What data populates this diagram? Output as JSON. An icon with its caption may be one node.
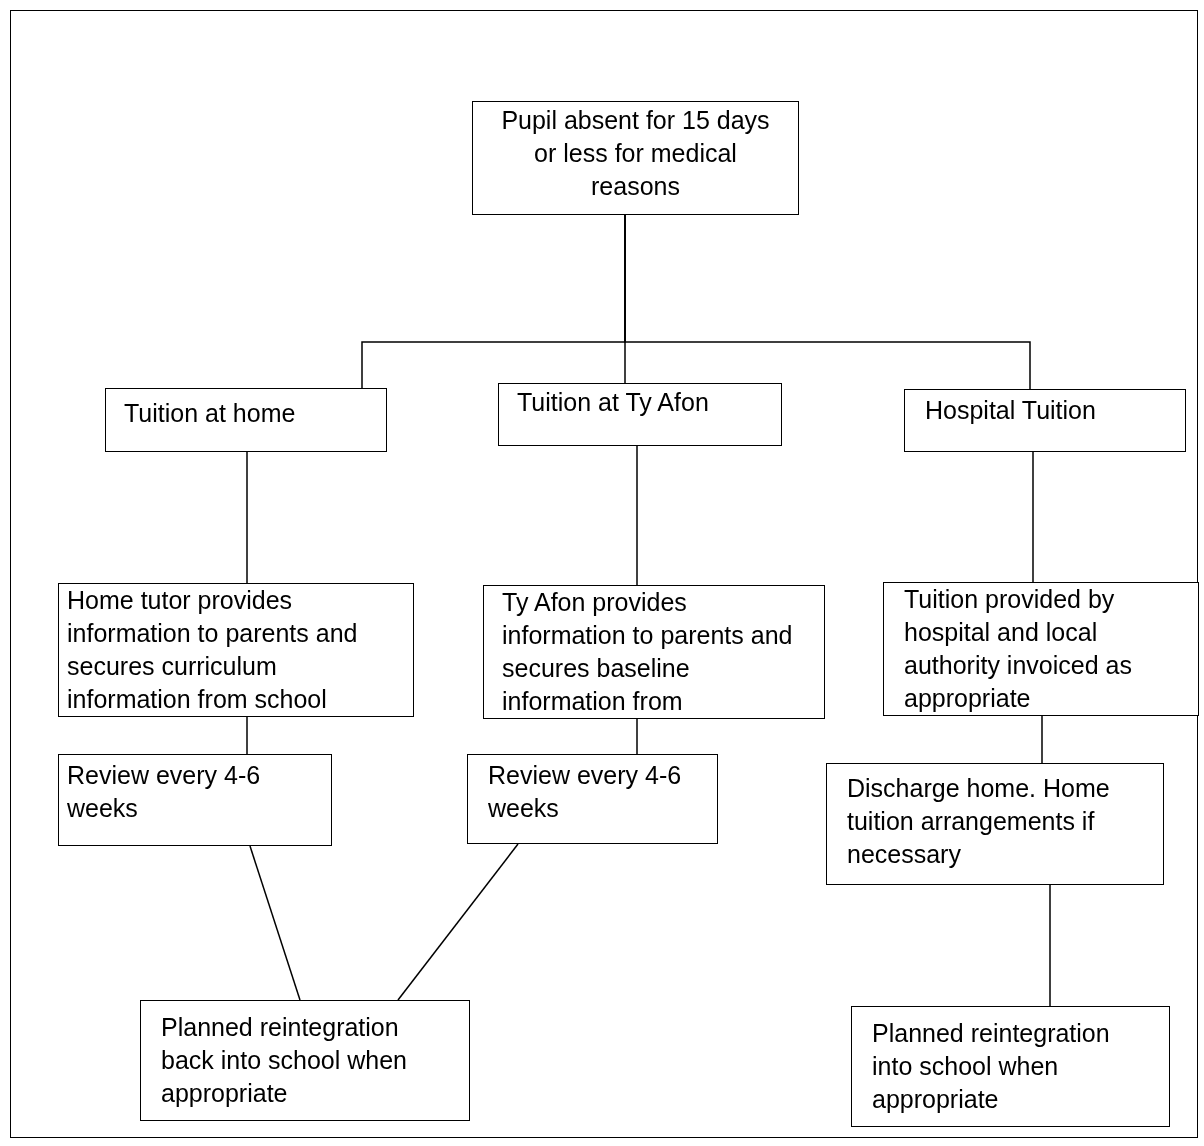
{
  "diagram": {
    "nodes": [
      {
        "text": [
          "Pupil absent for 15 days or less for medical reasons"
        ]
      },
      {
        "text": [
          "Tuition at home"
        ]
      },
      {
        "text": [
          "Tuition at Ty Afon"
        ]
      },
      {
        "text": [
          "Hospital Tuition"
        ]
      },
      {
        "text": [
          "Home tutor provides information to parents and secures curriculum information from school"
        ]
      },
      {
        "text": [
          "Ty Afon provides information to parents and secures baseline information from"
        ]
      },
      {
        "text": [
          "Tuition provided by hospital and local authority invoiced as appropriate"
        ]
      },
      {
        "text": [
          "Review every 4-6 weeks"
        ]
      },
      {
        "text": [
          "Review every 4-6 weeks"
        ]
      },
      {
        "text": [
          "Discharge home.  Home tuition arrangements if necessary"
        ]
      },
      {
        "text": [
          "Planned reintegration back into school when appropriate"
        ]
      },
      {
        "text": [
          "Planned reintegration into school when appropriate"
        ]
      }
    ],
    "edges": [
      {
        "from": 0,
        "to": 1,
        "arrow": "none"
      },
      {
        "from": 0,
        "to": 2,
        "arrow": "none"
      },
      {
        "from": 0,
        "to": 3,
        "arrow": "none"
      },
      {
        "from": 1,
        "to": 4,
        "arrow": "none"
      },
      {
        "from": 2,
        "to": 5,
        "arrow": "none"
      },
      {
        "from": 3,
        "to": 6,
        "arrow": "none"
      },
      {
        "from": 4,
        "to": 7,
        "arrow": "none"
      },
      {
        "from": 5,
        "to": 8,
        "arrow": "none"
      },
      {
        "from": 6,
        "to": 9,
        "arrow": "none"
      },
      {
        "from": 7,
        "to": 10,
        "arrow": "none"
      },
      {
        "from": 8,
        "to": 10,
        "arrow": "none"
      },
      {
        "from": 9,
        "to": 11,
        "arrow": "none"
      }
    ]
  }
}
